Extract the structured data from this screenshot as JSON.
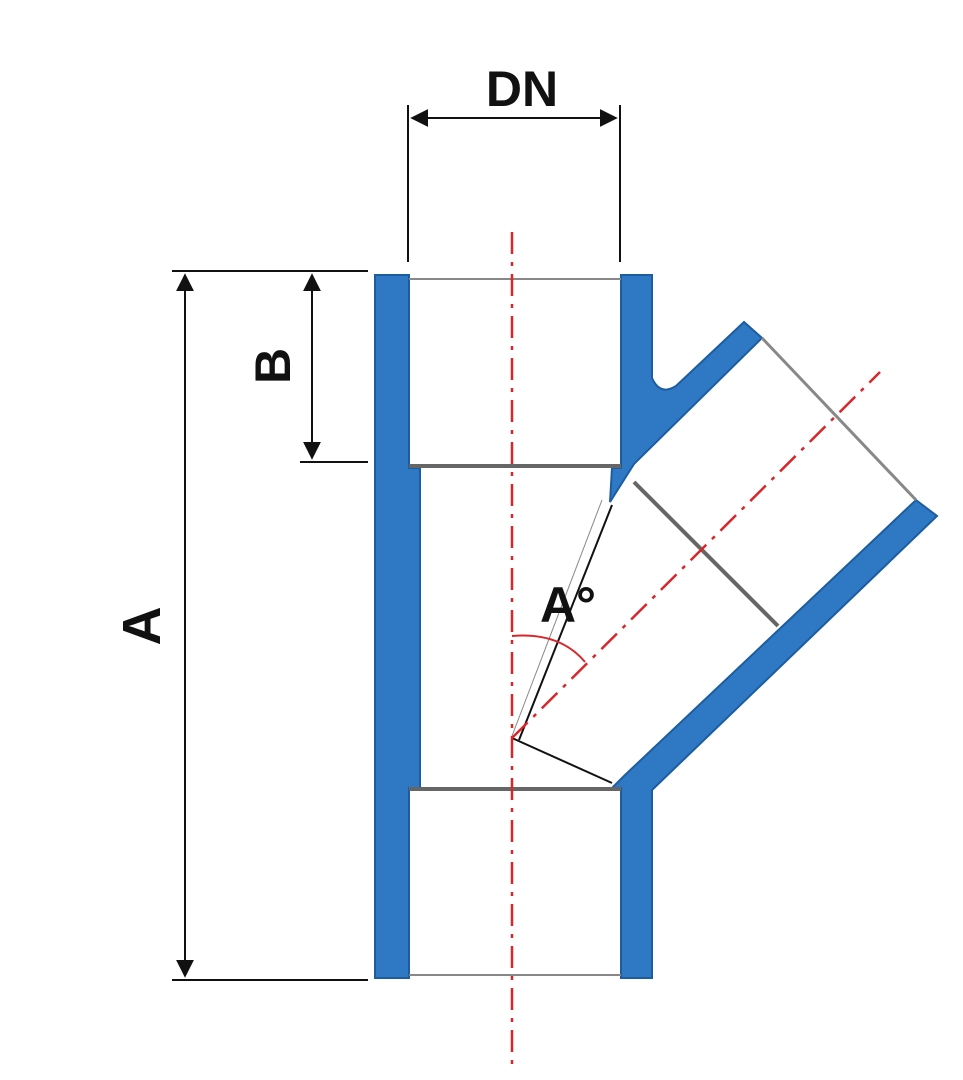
{
  "labels": {
    "dn": "DN",
    "a": "A",
    "b": "B",
    "angle": "A°"
  },
  "colors": {
    "pipe_wall": "#2f79c4",
    "wall_outline": "#1c5d9f",
    "centerline": "#d9262b",
    "dimension_lines": "#111111",
    "background": "#ffffff"
  }
}
